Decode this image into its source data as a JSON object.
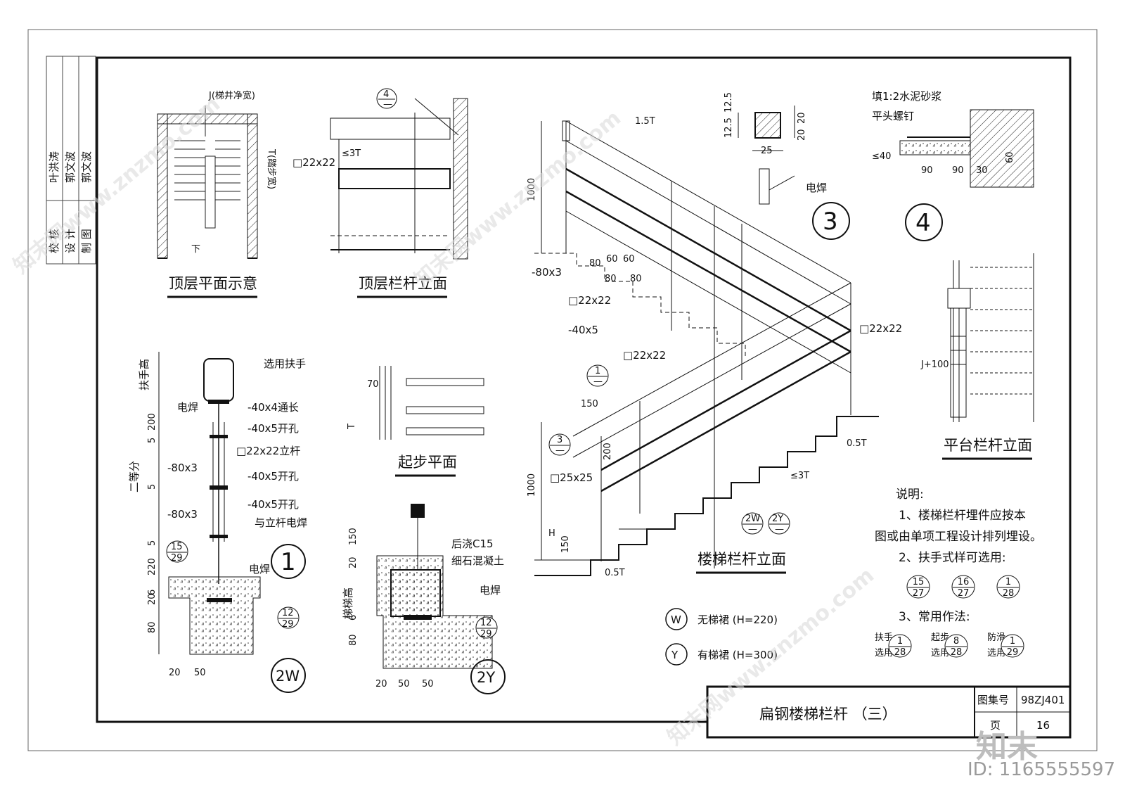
{
  "sidebar": {
    "roles": [
      "校 核",
      "设 计",
      "制 图"
    ],
    "names": [
      "叶洪涛",
      "郭文波",
      "郭文波"
    ]
  },
  "views": {
    "top_plan": {
      "title": "顶层平面示意",
      "j_label": "J(梯井净宽)",
      "t_label": "T(踏步宽)",
      "down": "下"
    },
    "top_rail": {
      "title": "顶层栏杆立面",
      "bar": "□22x22",
      "spacing": "≤3T",
      "ref_top": "4",
      "ref_bot": "—"
    },
    "start_plan": {
      "title": "起步平面",
      "d70": "70",
      "dT": "T"
    },
    "stair_rail": {
      "title": "楼梯栏杆立面",
      "d1000a": "1000",
      "d15T": "1.5T",
      "d80": "80",
      "d60a": "60",
      "d60b": "60",
      "d80b": "80",
      "d80c": "80",
      "flat80x3": "-80x3",
      "bar22a": "□22x22",
      "flat40x5": "-40x5",
      "bar22b": "□22x22",
      "bar22c": "□22x22",
      "d150": "150",
      "d200": "200",
      "bar25": "□25x25",
      "d1000b": "1000",
      "dH": "H",
      "d150b": "150",
      "d05Ta": "0.5T",
      "d3T": "≤3T",
      "d05Tb": "0.5T",
      "ref1_top": "1",
      "ref1_bot": "—",
      "ref3_top": "3",
      "ref3_bot": "—",
      "ref2w_top": "2W",
      "ref2w_bot": "—",
      "ref2y_top": "2Y",
      "ref2y_bot": "—"
    },
    "detail3": {
      "d125a": "12.5",
      "d125b": "12.5",
      "d20a": "20",
      "d20b": "20",
      "d25": "25",
      "weld": "电焊",
      "num": "3"
    },
    "detail4": {
      "fill": "填1:2水泥砂浆",
      "screw": "平头螺钉",
      "d40": "≤40",
      "d90a": "90",
      "d90b": "90",
      "d30": "30",
      "d60": "60",
      "num": "4"
    },
    "platform": {
      "title": "平台栏杆立面",
      "dJ": "J+100"
    },
    "detail1": {
      "handrail_h": "扶手高",
      "sel_handrail": "选用扶手",
      "weld": "电焊",
      "f40x4": "-40x4通长",
      "f40x5a": "-40x5开孔",
      "post": "□22x22立杆",
      "f80x3a": "-80x3",
      "f40x5b": "-40x5开孔",
      "f80x3b": "-80x3",
      "f40x5c": "-40x5开孔",
      "weld_post": "与立杆电焊",
      "equal": "二等分",
      "d200": "200",
      "d5a": "5",
      "d5b": "5",
      "d5c": "5",
      "d220": "220",
      "d6": "6",
      "d20": "20",
      "d80": "80",
      "d20b": "20",
      "d50": "50",
      "weld2": "电焊",
      "ref15": "15",
      "ref29a": "29",
      "ref12": "12",
      "ref29b": "29",
      "num1": "1",
      "num2w": "2W"
    },
    "detail2y": {
      "cast": "后浇C15",
      "concrete": "细石混凝土",
      "weld": "电焊",
      "stair_h": "梯梯高",
      "d150": "150",
      "d20": "20",
      "d6": "6",
      "d80": "80",
      "d20b": "20",
      "d50a": "50",
      "d50b": "50",
      "ref12": "12",
      "ref29": "29",
      "num": "2Y"
    }
  },
  "legend": {
    "w_symbol": "W",
    "w_text": "无梯裙 (H=220)",
    "y_symbol": "Y",
    "y_text": "有梯裙 (H=300)"
  },
  "notes": {
    "heading": "说明:",
    "n1a": "1、楼梯栏杆埋件应按本",
    "n1b": "图或由单项工程设计排列埋设。",
    "n2": "2、扶手式样可选用:",
    "refs2": [
      [
        "15",
        "27"
      ],
      [
        "16",
        "27"
      ],
      [
        "1",
        "28"
      ]
    ],
    "n3": "3、常用作法:",
    "l_handrail_a": "扶手",
    "l_handrail_b": "选用",
    "l_start_a": "起步",
    "l_start_b": "选用",
    "l_slip_a": "防滑",
    "l_slip_b": "选用",
    "refs3": [
      [
        "1",
        "28"
      ],
      [
        "8",
        "28"
      ],
      [
        "1",
        "29"
      ]
    ]
  },
  "titleblock": {
    "title": "扁钢楼梯栏杆 （三）",
    "atlas_label": "图集号",
    "atlas_no": "98ZJ401",
    "page_label": "页",
    "page_no": "16"
  },
  "watermark": {
    "brand": "知末",
    "id": "ID: 1165555597",
    "site": "知末网www.znzmo.com"
  }
}
